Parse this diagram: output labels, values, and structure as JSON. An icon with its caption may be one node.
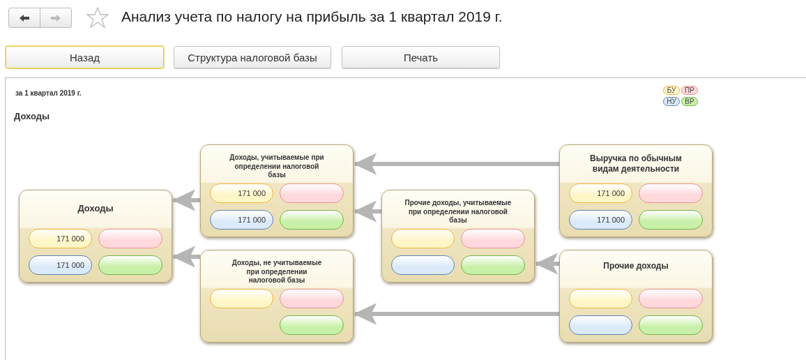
{
  "diagram": {
    "title": "Анализ учета по налогу на прибыль за 1 квартал 2019 г.",
    "nodes": [
      {
        "text": [
          "Доходы"
        ]
      },
      {
        "text": [
          "171 000"
        ],
        "in": 0
      },
      {
        "text": [],
        "shape": "box",
        "in": 0
      },
      {
        "text": [
          "171 000"
        ],
        "in": 0
      },
      {
        "text": [],
        "shape": "box",
        "in": 0
      },
      {
        "text": [
          "Доходы, учитываемые при определении налоговой базы"
        ]
      },
      {
        "text": [
          "171 000"
        ],
        "in": 5
      },
      {
        "text": [],
        "shape": "box",
        "in": 5
      },
      {
        "text": [
          "171 000"
        ],
        "in": 5
      },
      {
        "text": [],
        "shape": "box",
        "in": 5
      },
      {
        "text": [
          "Доходы, не учитываемые при определении налоговой базы"
        ]
      },
      {
        "text": [],
        "shape": "box",
        "in": 10
      },
      {
        "text": [],
        "shape": "box",
        "in": 10
      },
      {
        "text": [],
        "shape": "box",
        "in": 10
      },
      {
        "text": [
          "Прочие доходы, учитываемые при определении налоговой базы"
        ]
      },
      {
        "text": [],
        "shape": "box",
        "in": 14
      },
      {
        "text": [],
        "shape": "box",
        "in": 14
      },
      {
        "text": [],
        "shape": "box",
        "in": 14
      },
      {
        "text": [],
        "shape": "box",
        "in": 14
      },
      {
        "text": [
          "Выручка по обычным видам деятельности"
        ]
      },
      {
        "text": [
          "171 000"
        ],
        "in": 19
      },
      {
        "text": [],
        "shape": "box",
        "in": 19
      },
      {
        "text": [
          "171 000"
        ],
        "in": 19
      },
      {
        "text": [],
        "shape": "box",
        "in": 19
      },
      {
        "text": [
          "Прочие доходы"
        ]
      },
      {
        "text": [],
        "shape": "box",
        "in": 24
      },
      {
        "text": [],
        "shape": "box",
        "in": 24
      },
      {
        "text": [],
        "shape": "box",
        "in": 24
      },
      {
        "text": [],
        "shape": "box",
        "in": 24
      }
    ],
    "edges": [
      {
        "from": 19,
        "to": 5,
        "arrow": "to"
      },
      {
        "from": 14,
        "to": 5,
        "arrow": "to"
      },
      {
        "from": 5,
        "to": 0,
        "arrow": "to"
      },
      {
        "from": 10,
        "to": 0,
        "arrow": "to"
      },
      {
        "from": 24,
        "to": 14,
        "arrow": "to"
      },
      {
        "from": 24,
        "to": 10,
        "arrow": "to"
      }
    ],
    "labels": [
      "Назад",
      "Структура налоговой базы",
      "Печать",
      "за 1 квартал 2019 г.",
      "Доходы"
    ],
    "legend": [
      {
        "text": "БУ",
        "color": "#fff6c8"
      },
      {
        "text": "ПР",
        "color": "#ffd9dc"
      },
      {
        "text": "НУ",
        "color": "#dbeaf8"
      },
      {
        "text": "ВР",
        "color": "#c9f0a8"
      }
    ]
  }
}
